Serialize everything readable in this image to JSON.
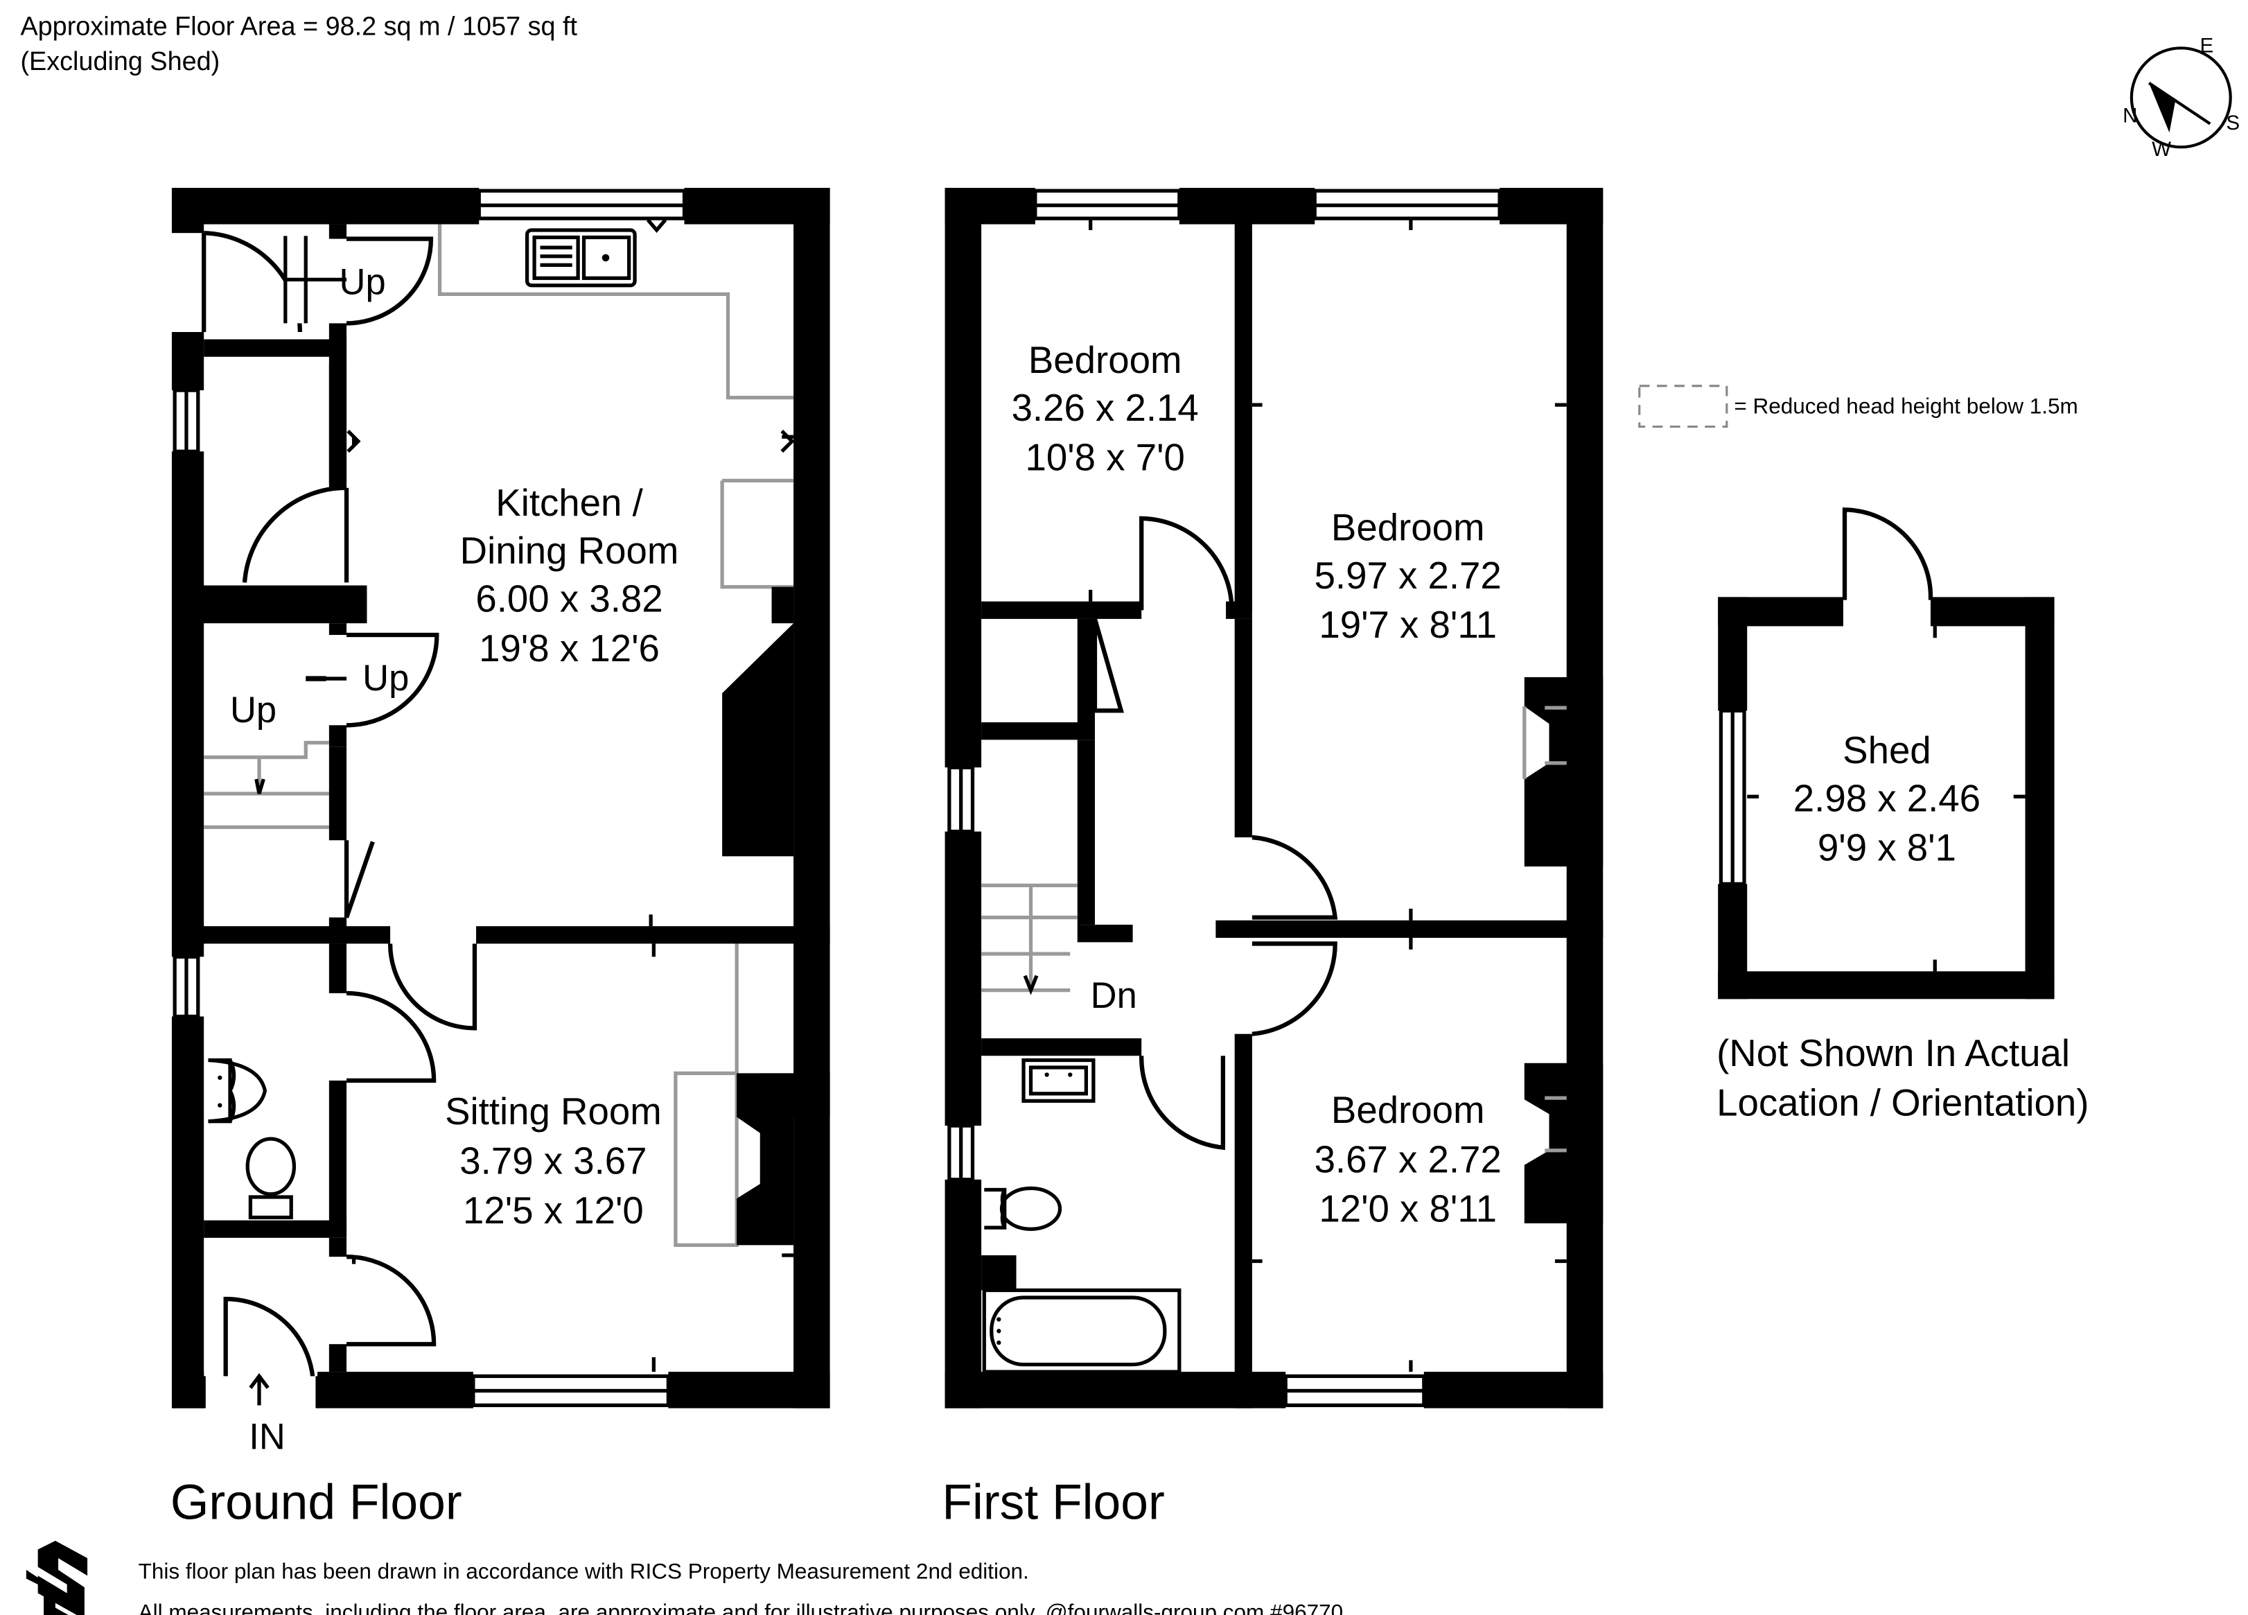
{
  "header": {
    "area_line": "Approximate Floor Area = 98.2 sq m / 1057 sq ft",
    "area_note": "(Excluding Shed)"
  },
  "compass": {
    "n": "N",
    "e": "E",
    "s": "S",
    "w": "W"
  },
  "legend": {
    "text": "= Reduced head height below 1.5m"
  },
  "ground_floor": {
    "title": "Ground Floor",
    "kitchen": {
      "name_1": "Kitchen /",
      "name_2": "Dining Room",
      "metric": "6.00 x 3.82",
      "imperial": "19'8 x 12'6"
    },
    "sitting": {
      "name": "Sitting Room",
      "metric": "3.79 x 3.67",
      "imperial": "12'5 x 12'0"
    },
    "stairs_up_1": "Up",
    "stairs_up_2": "Up",
    "stairs_up_3": "Up",
    "entrance": "IN"
  },
  "first_floor": {
    "title": "First Floor",
    "bedroom_small": {
      "name": "Bedroom",
      "metric": "3.26 x 2.14",
      "imperial": "10'8 x 7'0"
    },
    "bedroom_large": {
      "name": "Bedroom",
      "metric": "5.97 x 2.72",
      "imperial": "19'7 x 8'11"
    },
    "bedroom_lower": {
      "name": "Bedroom",
      "metric": "3.67 x 2.72",
      "imperial": "12'0 x 8'11"
    },
    "stairs_down": "Dn"
  },
  "shed": {
    "name": "Shed",
    "metric": "2.98 x 2.46",
    "imperial": "9'9 x 8'1",
    "note_1": "(Not Shown In Actual",
    "note_2": "Location / Orientation)"
  },
  "footer": {
    "line_1": "This floor plan has been drawn in accordance with RICS Property Measurement 2nd edition.",
    "line_2": "All measurements, including the floor area, are approximate and for illustrative purposes only. @fourwalls-group.com #96770"
  }
}
